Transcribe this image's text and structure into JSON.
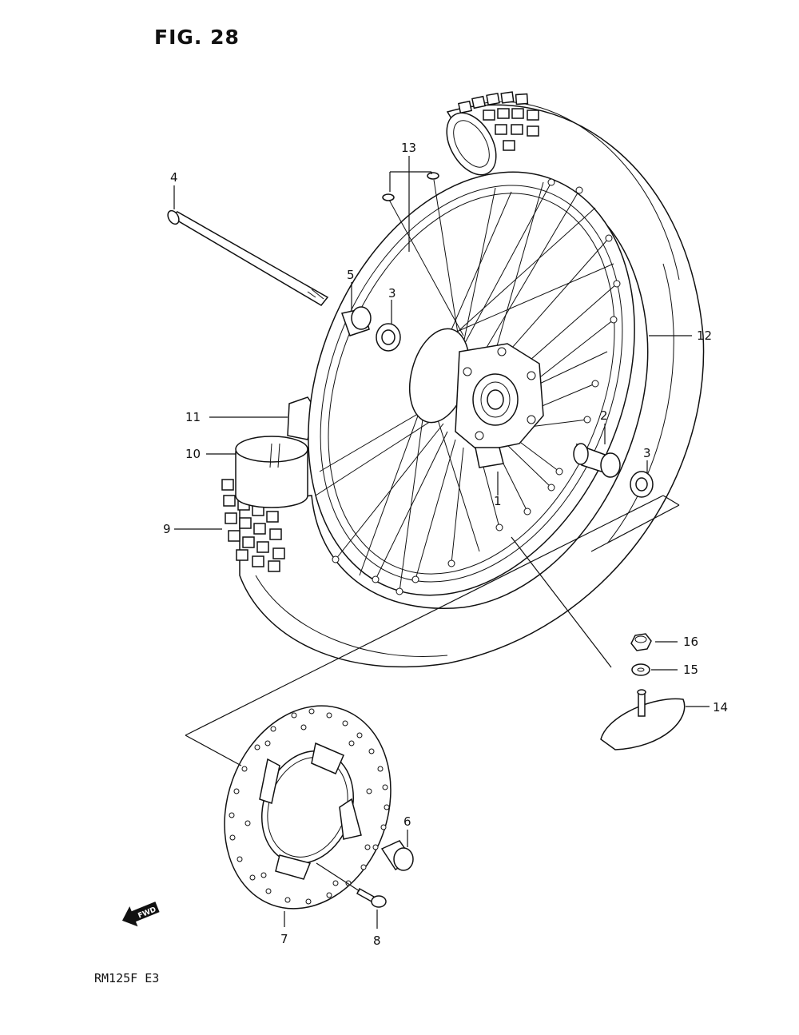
{
  "figure": {
    "title": "FIG. 28",
    "model_code": "RM125F  E3",
    "fwd_label": "FWD"
  },
  "callouts": [
    {
      "id": "1",
      "label": "1"
    },
    {
      "id": "2",
      "label": "2"
    },
    {
      "id": "3a",
      "label": "3"
    },
    {
      "id": "3b",
      "label": "3"
    },
    {
      "id": "4",
      "label": "4"
    },
    {
      "id": "5",
      "label": "5"
    },
    {
      "id": "6",
      "label": "6"
    },
    {
      "id": "7",
      "label": "7"
    },
    {
      "id": "8",
      "label": "8"
    },
    {
      "id": "9",
      "label": "9"
    },
    {
      "id": "10",
      "label": "10"
    },
    {
      "id": "11",
      "label": "11"
    },
    {
      "id": "12",
      "label": "12"
    },
    {
      "id": "13",
      "label": "13"
    },
    {
      "id": "14",
      "label": "14"
    },
    {
      "id": "15",
      "label": "15"
    },
    {
      "id": "16",
      "label": "16"
    }
  ]
}
